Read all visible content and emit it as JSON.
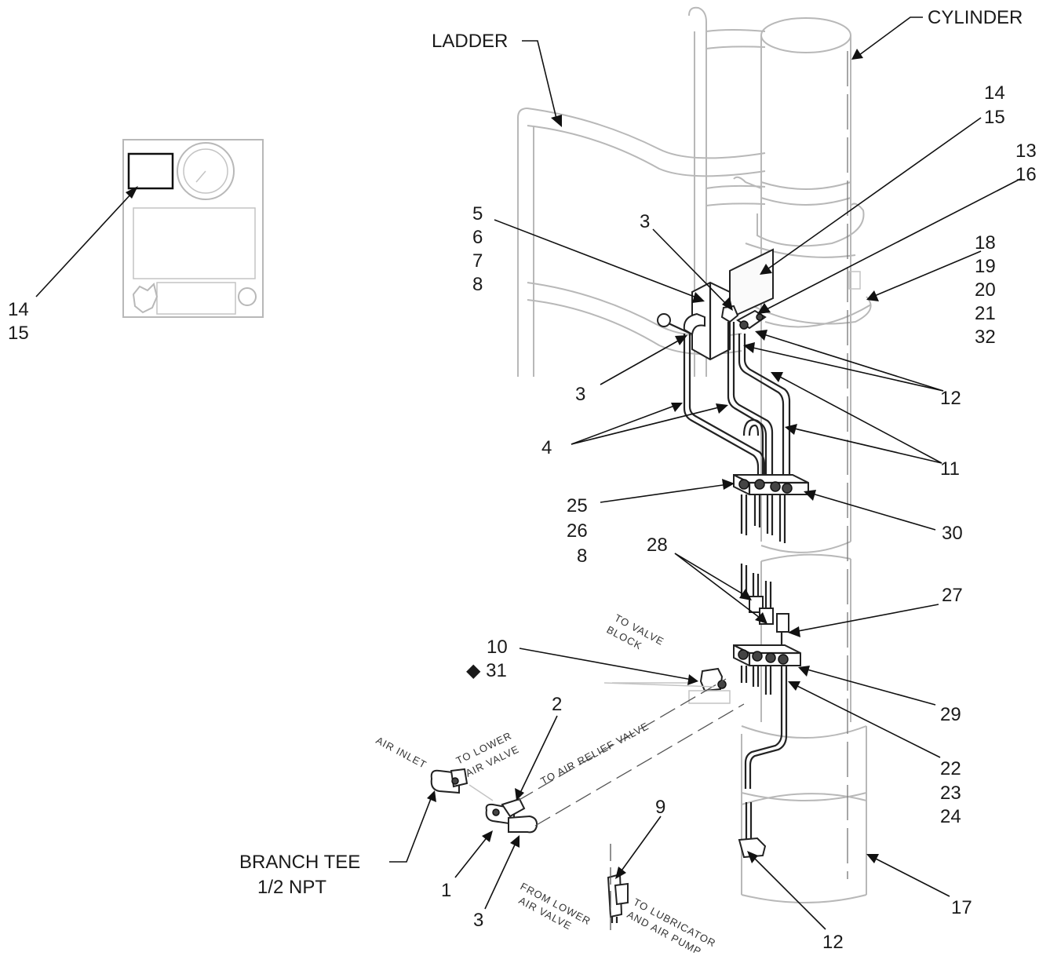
{
  "labels": {
    "ladder": "LADDER",
    "cylinder": "CYLINDER",
    "branch_tee_line1": "BRANCH TEE",
    "branch_tee_line2": "1/2 NPT",
    "callout_14_15_left_a": "14",
    "callout_14_15_left_b": "15",
    "callout_14_15_top_a": "14",
    "callout_14_15_top_b": "15",
    "callout_13": "13",
    "callout_16": "16",
    "callout_5": "5",
    "callout_6": "6",
    "callout_7": "7",
    "callout_8_top": "8",
    "callout_3_top": "3",
    "callout_18": "18",
    "callout_19": "19",
    "callout_20": "20",
    "callout_21": "21",
    "callout_32": "32",
    "callout_3_mid": "3",
    "callout_12_upper": "12",
    "callout_4": "4",
    "callout_11": "11",
    "callout_25": "25",
    "callout_26": "26",
    "callout_8_mid": "8",
    "callout_30": "30",
    "callout_28": "28",
    "callout_27": "27",
    "callout_10": "10",
    "callout_31": "◆ 31",
    "callout_29": "29",
    "callout_2": "2",
    "callout_22": "22",
    "callout_23": "23",
    "callout_24": "24",
    "callout_9": "9",
    "callout_1": "1",
    "callout_3_bottom": "3",
    "callout_17": "17",
    "callout_12_bottom": "12"
  },
  "annotations": {
    "to_valve_block_1": "TO VALVE",
    "to_valve_block_2": "BLOCK",
    "air_inlet": "AIR INLET",
    "to_lower_air_valve_1": "TO LOWER",
    "to_lower_air_valve_2": "AIR VALVE",
    "to_air_relief_valve": "TO AIR RELIEF VALVE",
    "from_lower_air_valve_1": "FROM LOWER",
    "from_lower_air_valve_2": "AIR VALVE",
    "to_lubricator_1": "TO LUBRICATOR",
    "to_lubricator_2": "AND AIR PUMP"
  }
}
